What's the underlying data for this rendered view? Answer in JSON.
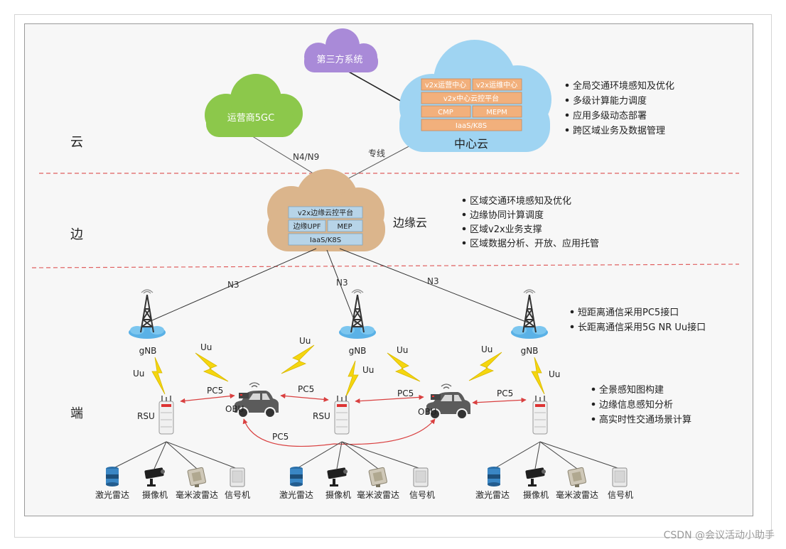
{
  "layers": {
    "cloud": "云",
    "edge": "边",
    "end": "端"
  },
  "third_party": "第三方系统",
  "operator_5gc": "运营商5GC",
  "central_cloud": {
    "title": "中心云",
    "ops_center": "v2x运营中心",
    "maint_center": "v2x运维中心",
    "platform": "v2x中心云控平台",
    "cmp": "CMP",
    "mepm": "MEPM",
    "iaas": "IaaS/K8S"
  },
  "central_bullets": [
    "全局交通环境感知及优化",
    "多级计算能力调度",
    "应用多级动态部署",
    "跨区域业务及数据管理"
  ],
  "link_n4n9": "N4/N9",
  "link_dedicated": "专线",
  "edge_cloud": {
    "title": "边缘云",
    "platform": "v2x边缘云控平台",
    "upf": "边缘UPF",
    "mep": "MEP",
    "iaas": "IaaS/K8S"
  },
  "edge_bullets": [
    "区域交通环境感知及优化",
    "边缘协同计算调度",
    "区域v2x业务支撑",
    "区域数据分析、开放、应用托管"
  ],
  "link_n3": "N3",
  "gnb": "gNB",
  "uu": "Uu",
  "pc5": "PC5",
  "rsu": "RSU",
  "obu": "OBU",
  "gnb_bullets": [
    "短距离通信采用PC5接口",
    "长距离通信采用5G NR Uu接口"
  ],
  "end_bullets": [
    "全景感知图构建",
    "边缘信息感知分析",
    "高实时性交通场景计算"
  ],
  "sensors": {
    "lidar": "激光雷达",
    "camera": "摄像机",
    "mmwave": "毫米波雷达",
    "signal": "信号机"
  },
  "watermark": "CSDN @会议活动小助手",
  "colors": {
    "cloud_blue": "#9fd4f2",
    "cloud_green": "#8cc84b",
    "cloud_purple": "#a98ad8",
    "cloud_tan": "#dbb58c",
    "box_orange": "#f2b07c",
    "box_blue": "#b7d4e8",
    "divider_red": "#e06060",
    "bolt_yellow": "#f5d60f",
    "pc5_red": "#d94040"
  }
}
